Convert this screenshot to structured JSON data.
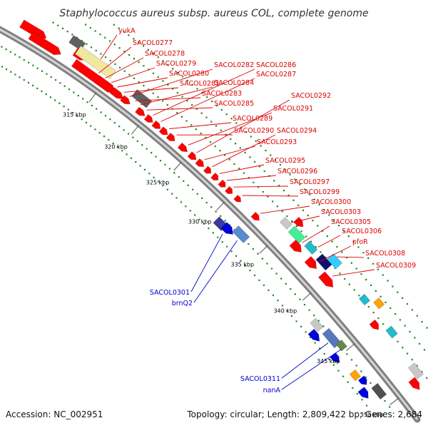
{
  "title": "Staphylococcus aureus subsp. aureus COL, complete genome",
  "footer": {
    "accession": "Accession: NC_002951",
    "topology": "Topology: circular; Length: 2,809,422 bp; Genes: 2,684"
  },
  "ticks": [
    "315 kbp",
    "320 kbp",
    "325 kbp",
    "330 kbp",
    "335 kbp",
    "340 kbp",
    "345 kbp",
    "350 kbp"
  ],
  "red_labels": [
    "yukA",
    "SACOL0277",
    "SACOL0278",
    "SACOL0279",
    "SACOL0280",
    "SACOL0281",
    "SACOL0282",
    "SACOL0283",
    "SACOL0284",
    "SACOL0285",
    "SACOL0286",
    "SACOL0287",
    "SACOL0289",
    "SACOL0290",
    "SACOL0291",
    "SACOL0292",
    "SACOL0293",
    "SACOL0294",
    "SACOL0295",
    "SACOL0296",
    "SACOL0297",
    "SACOL0299",
    "SACOL0300",
    "SACOL0303",
    "SACOL0305",
    "SACOL0306",
    "pfoR",
    "SACOL0308",
    "SACOL0309"
  ],
  "blue_labels": [
    "SACOL0301",
    "brnQ2",
    "SACOL0311",
    "nanA"
  ],
  "colors": {
    "cds": "#ff0000",
    "backbone": "#808080",
    "accent_blue": "#0000dd",
    "label_red": "#dd0000",
    "label_blue": "#0000cc",
    "dots": "#228822"
  }
}
